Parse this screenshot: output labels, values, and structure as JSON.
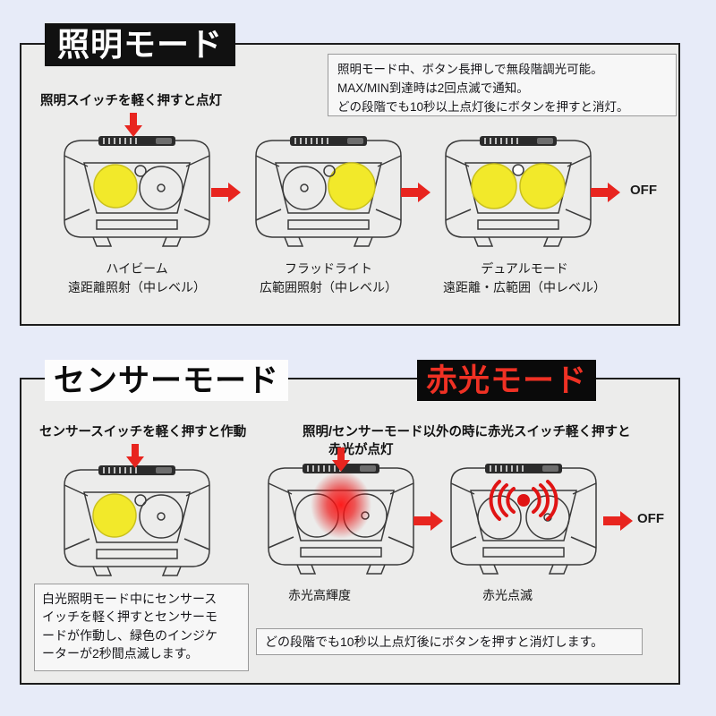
{
  "page": {
    "background_color": "#e7ebf8",
    "panel_color": "#ececeb",
    "accent_red": "#e8251f",
    "lit_yellow": "#f2e92a"
  },
  "sections": {
    "lighting": {
      "title": "照明モード",
      "title_text_color": "#ffffff",
      "title_bg_color": "#111111",
      "note": "照明モード中、ボタン長押しで無段階調光可能。\nMAX/MIN到達時は2回点滅で通知。\nどの段階でも10秒以上点灯後にボタンを押すと消灯。",
      "switch_caption": "照明スイッチを軽く押すと点灯",
      "off_label": "OFF",
      "steps": [
        {
          "name": "ハイビーム",
          "detail": "遠距離照射（中レベル）",
          "lit": "spot"
        },
        {
          "name": "フラッドライト",
          "detail": "広範囲照射（中レベル）",
          "lit": "flood"
        },
        {
          "name": "デュアルモード",
          "detail": "遠距離・広範囲（中レベル）",
          "lit": "both"
        }
      ]
    },
    "sensor": {
      "title": "センサーモード",
      "title_text_color": "#0b0b0b",
      "title_bg_color": "#fdfdfd",
      "switch_caption": "センサースイッチを軽く押すと作動",
      "note": "白光照明モード中にセンサース\nイッチを軽く押すとセンサーモ\nードが作動し、緑色のインジケ\nーターが2秒間点滅します。"
    },
    "red_light": {
      "title": "赤光モード",
      "title_text_color": "#ef3124",
      "title_bg_color": "#0a0a0a",
      "switch_caption": "照明/センサーモード以外の時に赤光スイッチ軽く押すと\n　　赤光が点灯",
      "off_label": "OFF",
      "note": "どの段階でも10秒以上点灯後にボタンを押すと消灯します。",
      "steps": [
        {
          "name": "赤光高輝度"
        },
        {
          "name": "赤光点滅"
        }
      ]
    }
  },
  "icons": {
    "arrow_down": "arrow-down-icon",
    "arrow_right": "arrow-right-icon"
  }
}
